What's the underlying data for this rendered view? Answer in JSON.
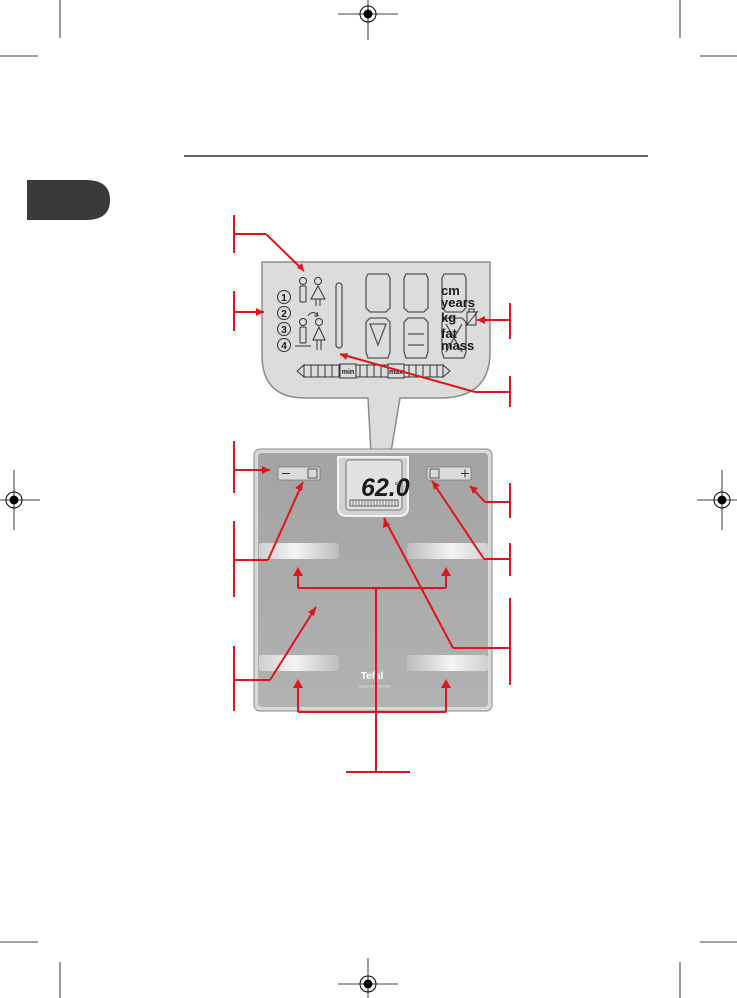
{
  "lcd": {
    "units": [
      "cm",
      "years",
      "kg",
      "fat",
      "mass"
    ],
    "profile_numbers": [
      "1",
      "2",
      "3",
      "4"
    ],
    "range_min": "min",
    "range_max": "max"
  },
  "scale": {
    "display_value": "62.0",
    "display_unit": "%",
    "brand": "Tefal",
    "model": "BODYMASTER"
  },
  "colors": {
    "callout": "#e0141c",
    "scale_body": "#a8a8a8",
    "lcd_panel": "#dcdcdc",
    "section_tab": "#3a3a3a"
  }
}
